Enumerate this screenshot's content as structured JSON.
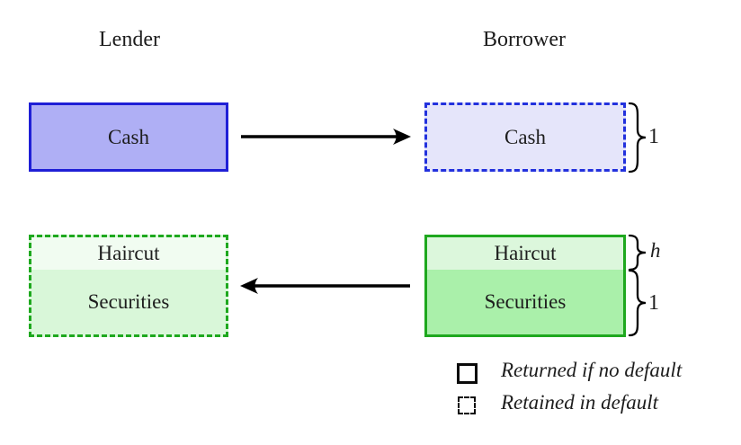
{
  "columns": {
    "lender": "Lender",
    "borrower": "Borrower"
  },
  "cash_flow": {
    "lender_box_label": "Cash",
    "borrower_box_label": "Cash",
    "borrower_brace_label": "1",
    "direction": "lender-to-borrower"
  },
  "securities_flow": {
    "lender_box": {
      "haircut_label": "Haircut",
      "securities_label": "Securities"
    },
    "borrower_box": {
      "haircut_label": "Haircut",
      "securities_label": "Securities"
    },
    "haircut_brace_label": "h",
    "securities_brace_label": "1",
    "direction": "borrower-to-lender"
  },
  "legend": {
    "items": [
      {
        "symbol": "solid-square",
        "label": "Returned if no default"
      },
      {
        "symbol": "dashed-square",
        "label": "Retained in default"
      }
    ]
  },
  "colors": {
    "blue_border": "#1f1fd6",
    "blue_fill": "#afaff5",
    "blue_fill_light": "#e5e5fa",
    "green_border": "#1ea81e",
    "green_fill": "#aaf0aa",
    "green_fill_light": "#dcf7dc",
    "green_fill_pale": "#f1fcf1",
    "green_fill_pale_2": "#d9f7d9",
    "arrow": "#000000",
    "text": "#1d1d1d"
  }
}
